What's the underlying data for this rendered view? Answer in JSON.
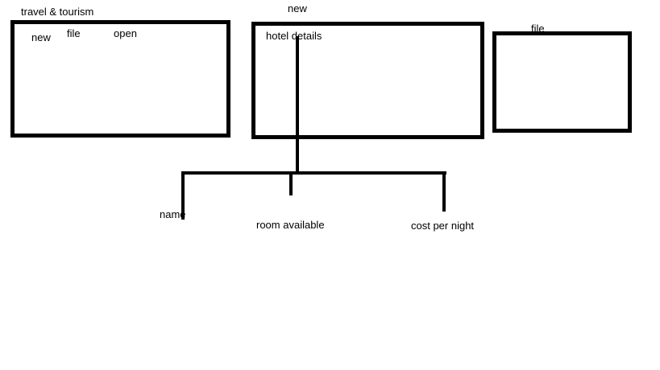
{
  "diagram": {
    "top_label": "new",
    "window_left": {
      "title": "travel & tourism",
      "menu_new": "new",
      "menu_file": "file",
      "menu_open": "open"
    },
    "window_middle": {
      "title": "hotel details"
    },
    "window_right": {
      "title": "file"
    },
    "branches": {
      "name": "name",
      "room": "room available",
      "cost": "cost per night"
    }
  }
}
